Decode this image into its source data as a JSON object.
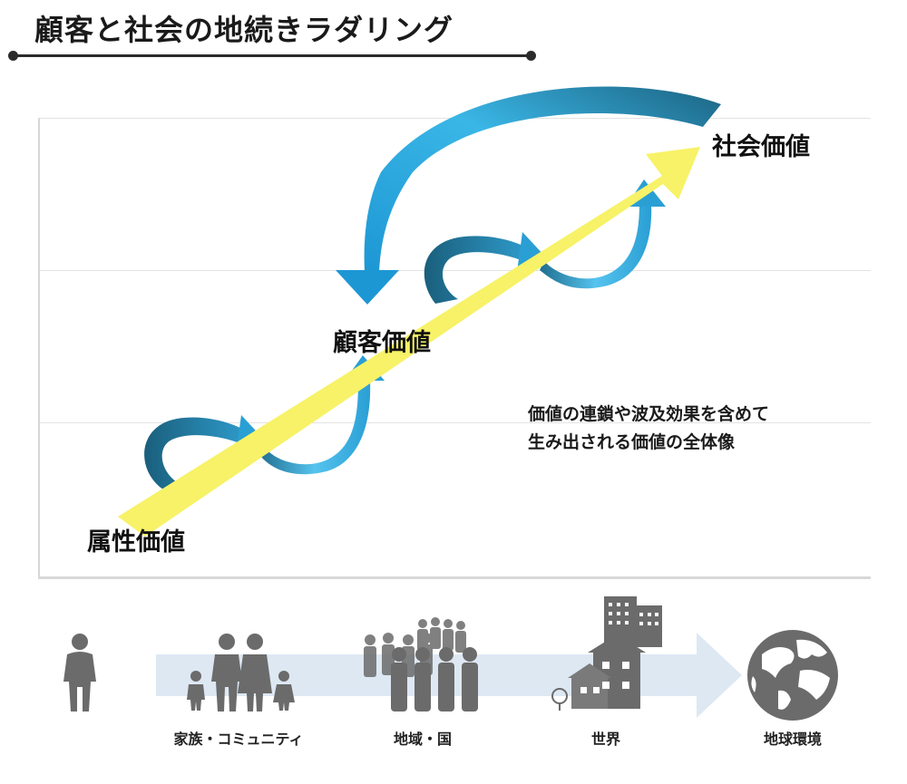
{
  "title": "顧客と社会の地続きラダリング",
  "stages": {
    "attribute": "属性価値",
    "customer": "顧客価値",
    "social": "社会価値"
  },
  "note": {
    "line1": "価値の連鎖や波及効果を含めて",
    "line2": "生み出される価値の全体像"
  },
  "scope": {
    "family": "家族・コミュニティ",
    "region": "地域・国",
    "world": "世界",
    "earth": "地球環境"
  },
  "colors": {
    "yellow_arrow": "#f7f267",
    "blue_light": "#3ab6e6",
    "blue_dark": "#1f6e8f",
    "scope_band": "#dde8f3",
    "silhouette": "#6b6b6b"
  }
}
